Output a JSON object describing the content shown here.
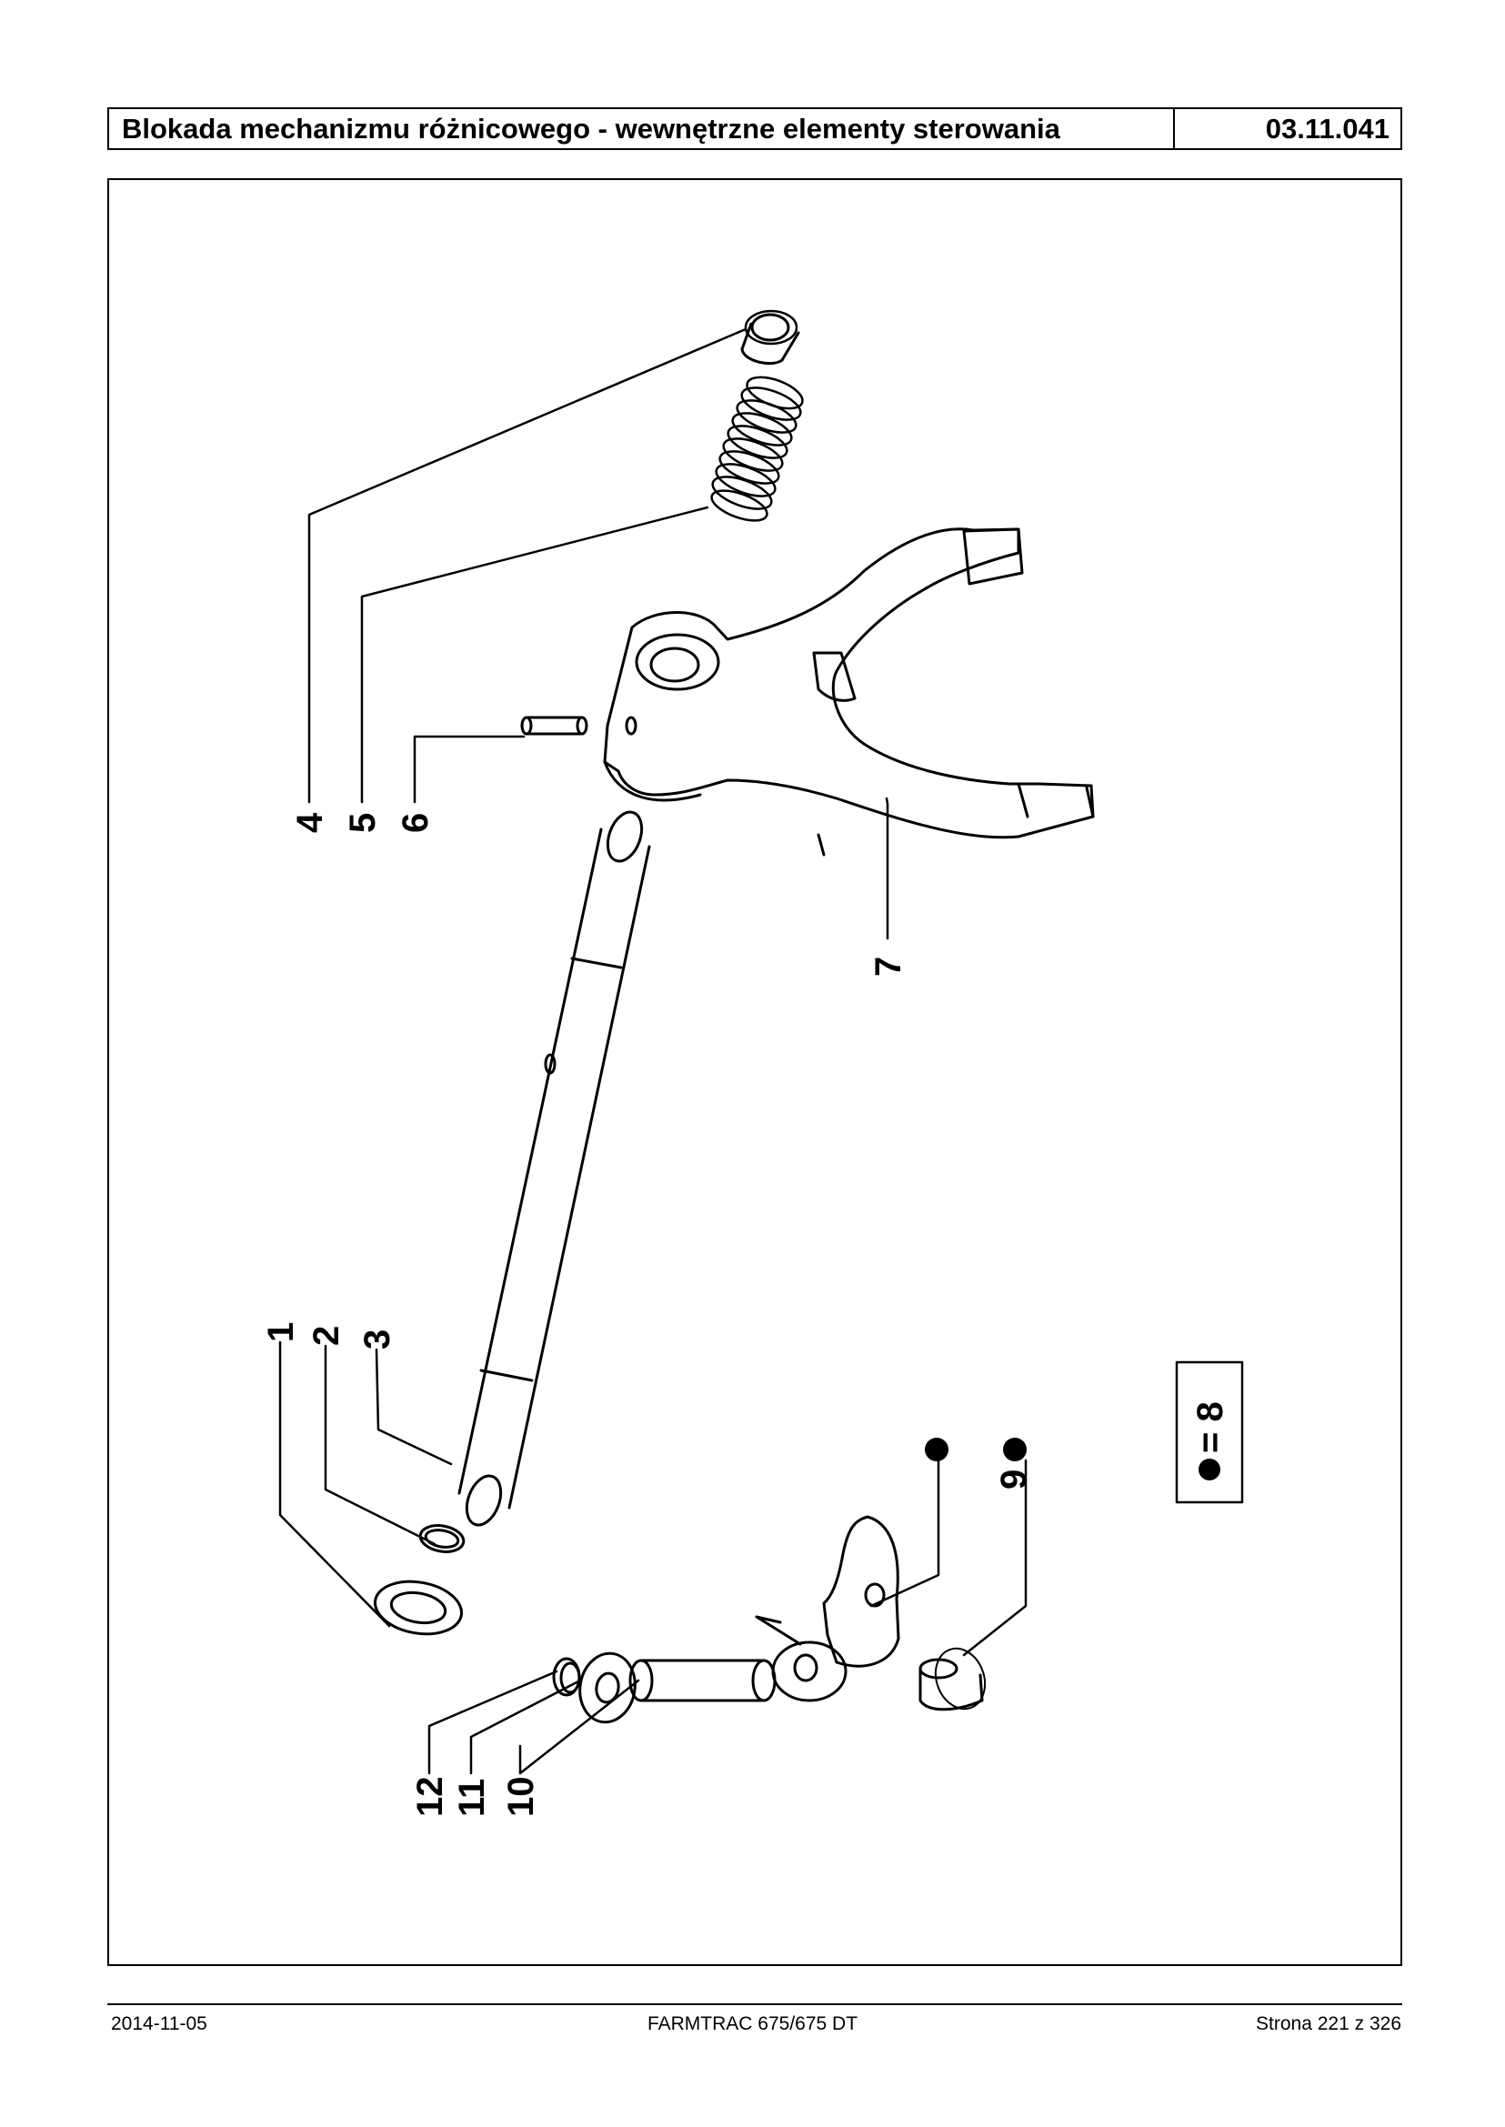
{
  "header": {
    "title": "Blokada mechanizmu różnicowego - wewnętrzne elementy sterowania",
    "code": "03.11.041"
  },
  "diagram": {
    "callouts": [
      "1",
      "2",
      "3",
      "4",
      "5",
      "6",
      "7",
      "9",
      "10",
      "11",
      "12"
    ],
    "legend": "= 8"
  },
  "footer": {
    "date": "2014-11-05",
    "model": "FARMTRAC 675/675 DT",
    "page": "Strona 221 z 326"
  }
}
